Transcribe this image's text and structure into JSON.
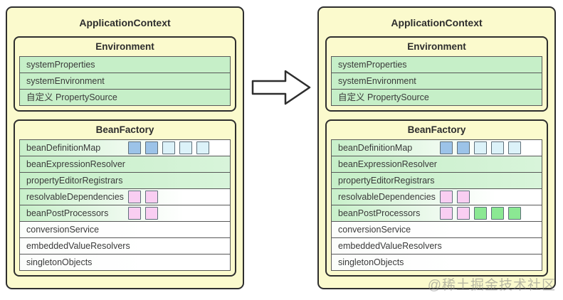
{
  "watermark": "@稀土掘金技术社区",
  "colors": {
    "blue": "#9cc3e8",
    "cyan": "#dcf2f9",
    "pink": "#f9cef2",
    "green": "#8be893",
    "panel_bg": "#fbfacd",
    "row_green": "#c6efc8",
    "outline": "#2e2e2e"
  },
  "arrow": {
    "name": "right-arrow",
    "direction": "right"
  },
  "panels": [
    {
      "title": "ApplicationContext",
      "environment": {
        "title": "Environment",
        "rows": [
          {
            "label": "systemProperties"
          },
          {
            "label": "systemEnvironment"
          },
          {
            "label": "自定义 PropertySource"
          }
        ]
      },
      "bean_factory": {
        "title": "BeanFactory",
        "rows": [
          {
            "label": "beanDefinitionMap",
            "squares": [
              "blue",
              "blue",
              "cyan",
              "cyan",
              "cyan"
            ]
          },
          {
            "label": "beanExpressionResolver",
            "squares": []
          },
          {
            "label": "propertyEditorRegistrars",
            "squares": []
          },
          {
            "label": "resolvableDependencies",
            "squares": [
              "pink",
              "pink"
            ]
          },
          {
            "label": "beanPostProcessors",
            "squares": [
              "pink",
              "pink"
            ]
          },
          {
            "label": "conversionService",
            "squares": []
          },
          {
            "label": "embeddedValueResolvers",
            "squares": []
          },
          {
            "label": "singletonObjects",
            "squares": []
          }
        ]
      }
    },
    {
      "title": "ApplicationContext",
      "environment": {
        "title": "Environment",
        "rows": [
          {
            "label": "systemProperties"
          },
          {
            "label": "systemEnvironment"
          },
          {
            "label": "自定义 PropertySource"
          }
        ]
      },
      "bean_factory": {
        "title": "BeanFactory",
        "rows": [
          {
            "label": "beanDefinitionMap",
            "squares": [
              "blue",
              "blue",
              "cyan",
              "cyan",
              "cyan"
            ]
          },
          {
            "label": "beanExpressionResolver",
            "squares": []
          },
          {
            "label": "propertyEditorRegistrars",
            "squares": []
          },
          {
            "label": "resolvableDependencies",
            "squares": [
              "pink",
              "pink"
            ]
          },
          {
            "label": "beanPostProcessors",
            "squares": [
              "pink",
              "pink",
              "green",
              "green",
              "green"
            ]
          },
          {
            "label": "conversionService",
            "squares": []
          },
          {
            "label": "embeddedValueResolvers",
            "squares": []
          },
          {
            "label": "singletonObjects",
            "squares": []
          }
        ]
      }
    }
  ]
}
